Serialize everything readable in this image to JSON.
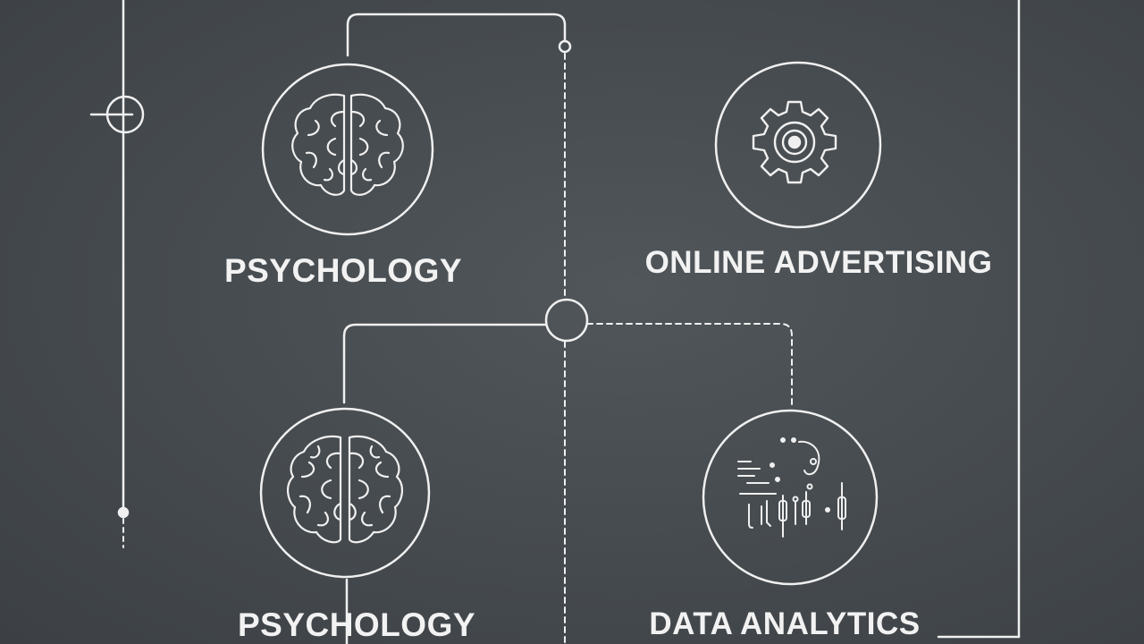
{
  "nodes": {
    "psychology_top": {
      "label": "PSYCHOLOGY",
      "icon": "brain-icon"
    },
    "online_advertising": {
      "label": "ONLINE ADVERTISING",
      "icon": "gear-icon"
    },
    "psychology_bottom": {
      "label": "PSYCHOLOGY",
      "icon": "brain-icon"
    },
    "data_analytics": {
      "label": "DATA ANALYTICS",
      "icon": "analytics-icon"
    }
  },
  "colors": {
    "background": "#474c50",
    "line": "#f0f0f0",
    "text": "#f2f2f2"
  }
}
